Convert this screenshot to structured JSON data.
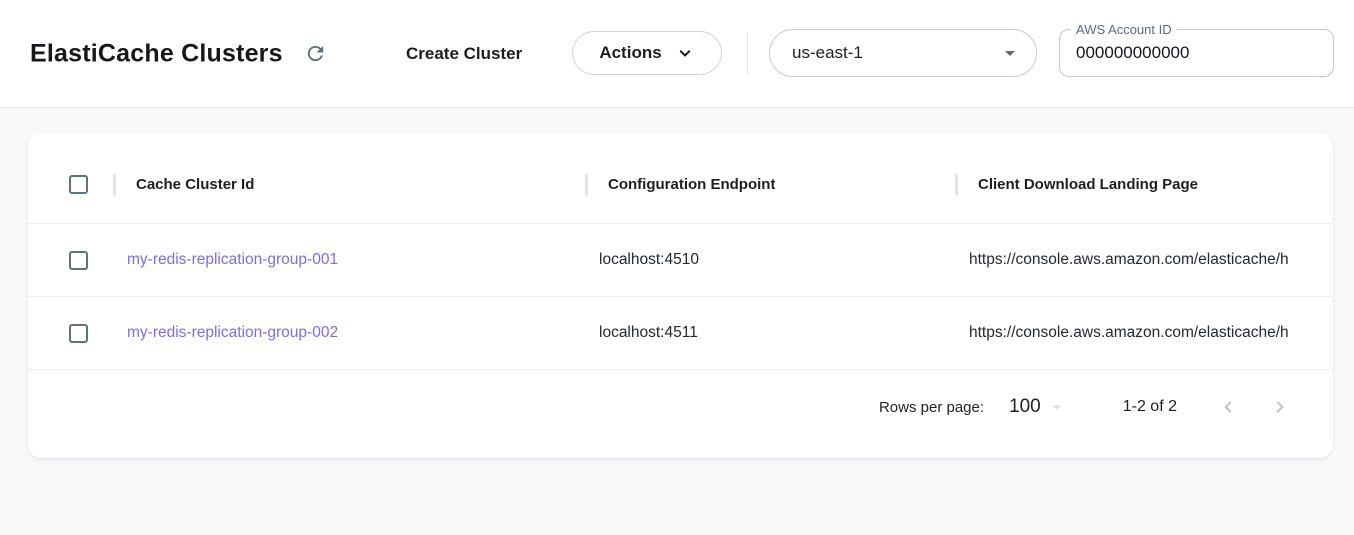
{
  "topbar": {
    "title": "ElastiCache Clusters",
    "create_button_label": "Create Cluster",
    "actions_button_label": "Actions",
    "region_select_value": "us-east-1",
    "account_id_label": "AWS Account ID",
    "account_id_value": "000000000000"
  },
  "table": {
    "columns": {
      "cache_cluster_id": "Cache Cluster Id",
      "configuration_endpoint": "Configuration Endpoint",
      "client_download_landing_page": "Client Download Landing Page"
    },
    "rows": [
      {
        "id": "my-redis-replication-group-001",
        "endpoint": "localhost:4510",
        "download_page": "https://console.aws.amazon.com/elasticache/h"
      },
      {
        "id": "my-redis-replication-group-002",
        "endpoint": "localhost:4511",
        "download_page": "https://console.aws.amazon.com/elasticache/h"
      }
    ]
  },
  "pagination": {
    "rows_per_page_label": "Rows per page:",
    "rows_per_page_value": "100",
    "range_label": "1-2 of 2"
  },
  "colors": {
    "link": "#7c6ee1",
    "checkbox_border": "#5f7183",
    "page_background": "#f8f9fa",
    "accent_text": "#14181d"
  }
}
